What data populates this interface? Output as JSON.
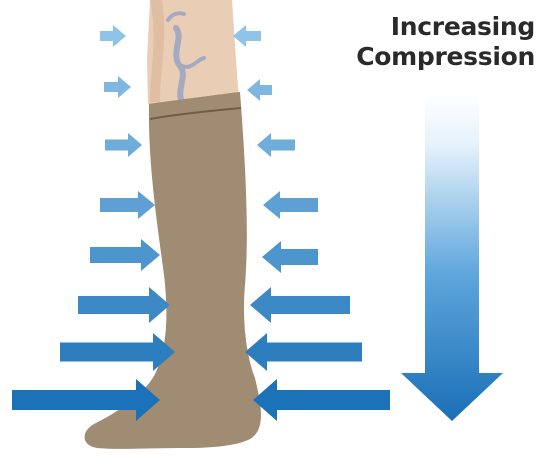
{
  "heading": {
    "line_1": "Increasing",
    "line_2": "Compression"
  },
  "icons": {
    "leg": "leg-in-compression-stocking",
    "side_arrows": "inward-pressure-arrow-icons",
    "big_arrow": "downward-gradient-arrow-icon"
  },
  "colors": {
    "stocking": "#a08c72",
    "stocking_band": "#6e5d48",
    "skin": "#e9cdb5",
    "vein": "#a4aac2",
    "arrow_light": "#8fc3e8",
    "arrow_dark": "#1c72b8",
    "title_text": "#2a2a2a"
  }
}
